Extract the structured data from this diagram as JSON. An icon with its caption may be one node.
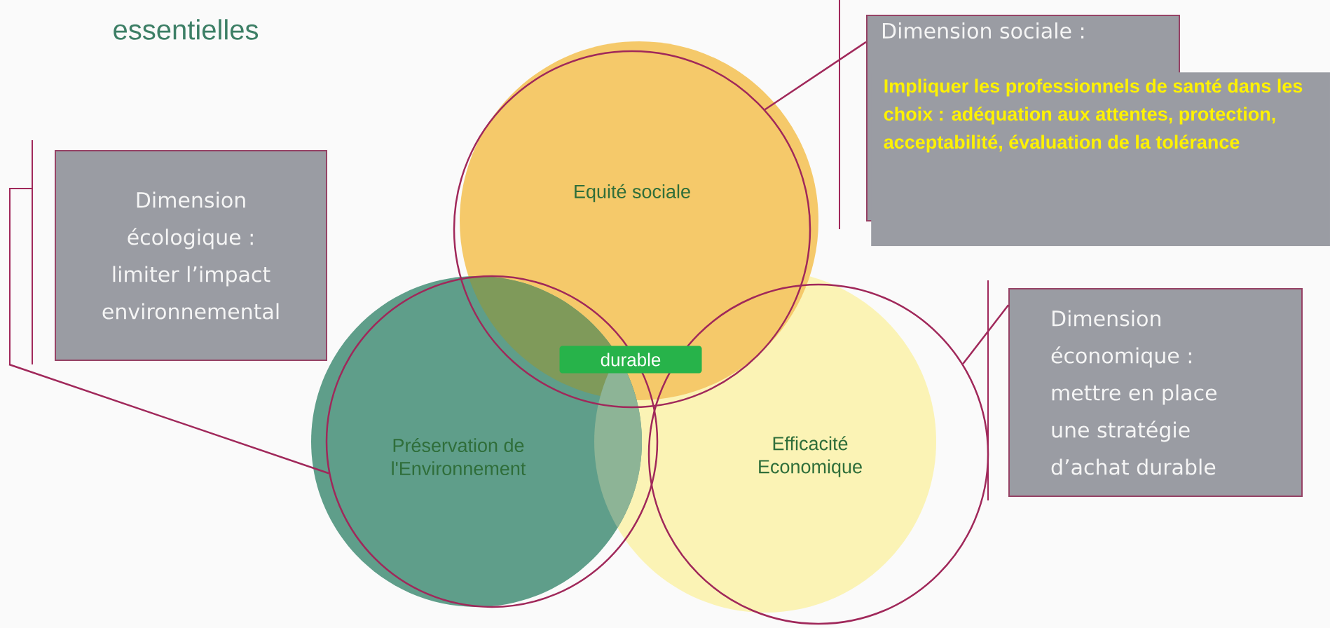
{
  "diagram": {
    "title": "essentielles",
    "nodes": [
      {
        "text": [
          "Equité sociale"
        ]
      },
      {
        "text": [
          "Préservation de l'Environnement"
        ]
      },
      {
        "text": [
          "Efficacité Economique"
        ]
      },
      {
        "text": [
          "durable"
        ],
        "in": 0
      },
      {
        "text": [
          "Dimension écologique : limiter l’impact environnemental"
        ]
      },
      {
        "text": [
          "Dimension sociale :",
          "Impliquer les professionnels de santé dans les choix : adéquation aux attentes, protection, acceptabilité, évaluation de la tolérance"
        ]
      },
      {
        "text": [
          "Dimension économique : mettre en place une stratégie d’achat durable"
        ]
      }
    ],
    "edges": [
      {
        "from": 5,
        "to": 0,
        "arrow": "none"
      },
      {
        "from": 4,
        "to": 1,
        "arrow": "none"
      },
      {
        "from": 6,
        "to": 2,
        "arrow": "none"
      }
    ]
  }
}
